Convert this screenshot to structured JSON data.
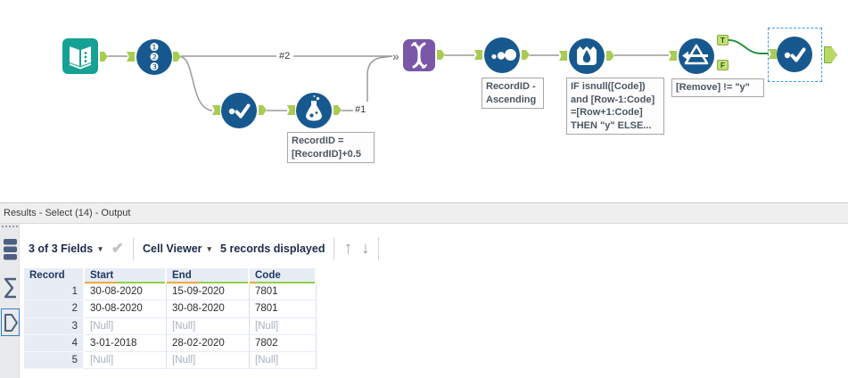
{
  "workflow": {
    "connection_labels": {
      "branch_top": "#2",
      "branch_bottom": "#1"
    },
    "tools": [
      {
        "name": "input-data",
        "icon": "open-book"
      },
      {
        "name": "record-id",
        "icon": "stacked-circled-digits-123"
      },
      {
        "name": "select",
        "icon": "dot-and-checkmark"
      },
      {
        "name": "formula",
        "icon": "flask",
        "annotation": "RecordID =\n[RecordID]+0.5"
      },
      {
        "name": "union",
        "icon": "dna-zipper",
        "multi_input_glyph": "»"
      },
      {
        "name": "sort",
        "icon": "three-dots-ascending",
        "annotation": "RecordID -\nAscending"
      },
      {
        "name": "multi-row-formula",
        "icon": "water-droplet-basin",
        "annotation": "IF isnull([Code])\nand [Row-1:Code]\n=[Row+1:Code]\nTHEN \"y\" ELSE..."
      },
      {
        "name": "filter",
        "icon": "funnel-arrow",
        "annotation": "[Remove] != \"y\"",
        "output_labels": [
          "T",
          "F"
        ]
      },
      {
        "name": "select-2",
        "icon": "dot-and-checkmark",
        "selected": true
      }
    ]
  },
  "results_panel": {
    "title": "Results - Select (14) - Output",
    "toolbar": {
      "fields_summary": "3 of 3 Fields",
      "caret": "▾",
      "apply_check": "✔",
      "cell_viewer_label": "Cell Viewer",
      "records_displayed": "5 records displayed",
      "up_arrow": "↑",
      "down_arrow": "↓"
    },
    "side_icons": [
      "table-config",
      "metadata-sigma",
      "data-tag"
    ],
    "table": {
      "columns": [
        "Record",
        "Start",
        "End",
        "Code"
      ],
      "quality_bars": [
        {
          "column": "Record",
          "orange": 0,
          "green": 0
        },
        {
          "column": "Start",
          "orange": 0.4,
          "green": 0.6
        },
        {
          "column": "End",
          "orange": 0.4,
          "green": 0.6
        },
        {
          "column": "Code",
          "orange": 0.09,
          "green": 0.91
        }
      ],
      "rows": [
        [
          "1",
          "30-08-2020",
          "15-09-2020",
          "7801"
        ],
        [
          "2",
          "30-08-2020",
          "30-08-2020",
          "7801"
        ],
        [
          "3",
          "[Null]",
          "[Null]",
          "[Null]"
        ],
        [
          "4",
          "3-01-2018",
          "28-02-2020",
          "7802"
        ],
        [
          "5",
          "[Null]",
          "[Null]",
          "[Null]"
        ]
      ],
      "null_token": "[Null]"
    }
  },
  "colors": {
    "tool_blue": "#17598f",
    "input_teal": "#16a195",
    "union_purple": "#7a57a7",
    "anchor_green": "#b8d964",
    "selection_blue": "#3d9be9",
    "wire_gray": "#9a9a9a",
    "selected_wire_green": "#23913f",
    "quality_orange": "#f2a73b",
    "quality_green": "#8ed04e"
  }
}
